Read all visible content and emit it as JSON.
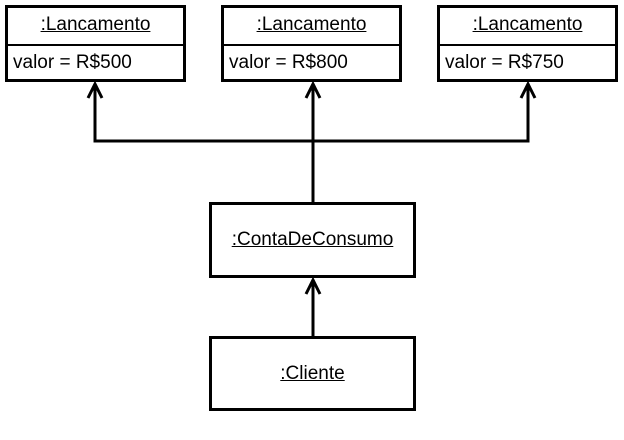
{
  "lancamentos": [
    {
      "name": ":Lancamento",
      "attribute": "valor = R$500"
    },
    {
      "name": ":Lancamento",
      "attribute": "valor = R$800"
    },
    {
      "name": ":Lancamento",
      "attribute": "valor = R$750"
    }
  ],
  "conta": {
    "name": ":ContaDeConsumo"
  },
  "cliente": {
    "name": ":Cliente"
  }
}
